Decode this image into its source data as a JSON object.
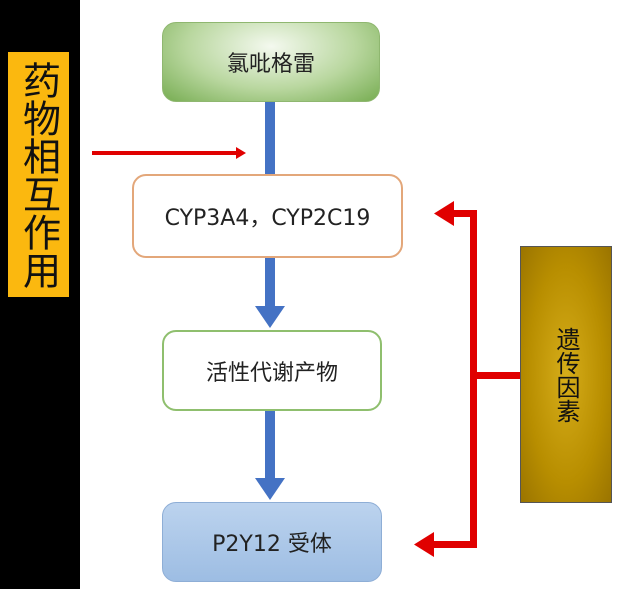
{
  "left_label": "药物相互作用",
  "boxes": {
    "drug": "氯吡格雷",
    "enzymes": "CYP3A4，CYP2C19",
    "metabolite": "活性代谢产物",
    "receptor": "P2Y12 受体"
  },
  "genetic_label": "遗传因素",
  "colors": {
    "flow_arrow": "#4472c4",
    "influence_arrow": "#e00000",
    "ddi_box": "#fbb80f",
    "genetic_box": "#b88e00"
  }
}
